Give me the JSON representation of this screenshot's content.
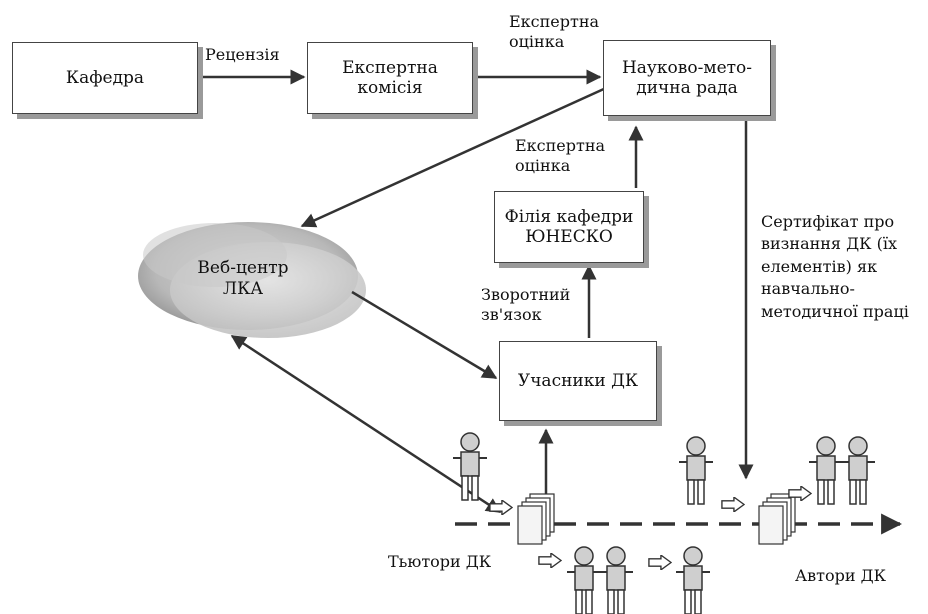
{
  "boxes": {
    "kafedra": "Кафедра",
    "komisiya": "Експертна комісія",
    "rada": "Науково-мето-дична рада",
    "filiya": "Філія кафедри ЮНЕСКО",
    "uchasnyky": "Учасники ДК"
  },
  "webcenter": {
    "line1": "Веб-центр",
    "line2": "ЛКА"
  },
  "labels": {
    "recenziya": "Рецензія",
    "ekspertna_top_1": "Експертна",
    "ekspertna_top_2": "оцінка",
    "ekspertna_mid_1": "Експертна",
    "ekspertna_mid_2": "оцінка",
    "zvorotnyi_1": "Зворотний",
    "zvorotnyi_2": "зв'язок",
    "sertyfikat": [
      "Сертифікат про",
      "визнання ДК (їх",
      "елементів) як",
      "навчально-",
      "методичної праці"
    ],
    "tyutory": "Тьютори ДК",
    "avtory": "Автори ДК"
  },
  "colors": {
    "box_border": "#444444",
    "shadow": "#9a9a9a",
    "arrow": "#333333",
    "cloud_dark": "#9c9c9c",
    "cloud_light": "#d4d4d4",
    "person": "#cfcfcf"
  }
}
